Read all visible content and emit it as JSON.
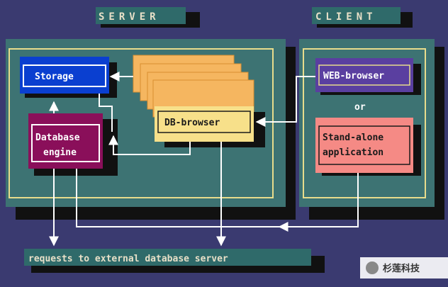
{
  "titles": {
    "server": "SERVER",
    "client": "CLIENT"
  },
  "boxes": {
    "storage": "Storage",
    "database_engine": [
      "Database",
      "engine"
    ],
    "db_browser": "DB-browser",
    "web_browser": "WEB-browser",
    "or": "or",
    "standalone_app": [
      "Stand-alone",
      "application"
    ]
  },
  "footer": "requests to external database server",
  "watermark": "杉莲科技",
  "colors": {
    "background": "#3a3a70",
    "panel": "#3d7373",
    "panel_border": "#e8dc8c",
    "storage": "#0a3fd0",
    "database_engine": "#8a0f5a",
    "db_browser": "#f7e08a",
    "db_browser_stack": "#f5b660",
    "web_browser": "#5a3fa0",
    "standalone_app": "#f58a85",
    "shadow": "#111111"
  }
}
